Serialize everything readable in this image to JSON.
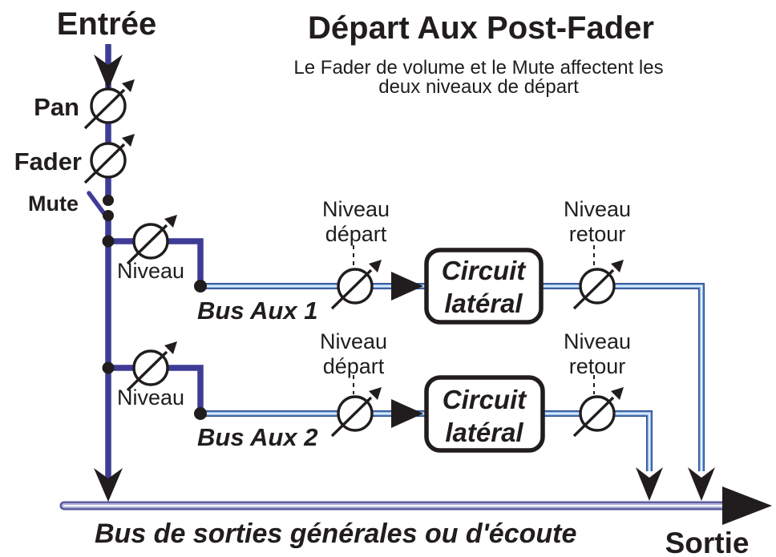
{
  "diagram": {
    "title": "Départ Aux Post-Fader",
    "subtitle": {
      "line1": "Le Fader de volume et le Mute affectent les",
      "line2": "deux niveaux de départ"
    },
    "labels": {
      "input": "Entrée",
      "pan": "Pan",
      "fader": "Fader",
      "mute": "Mute",
      "level": "Niveau",
      "send_level": {
        "line1": "Niveau",
        "line2": "départ"
      },
      "return_level": {
        "line1": "Niveau",
        "line2": "retour"
      },
      "bus_aux_1": "Bus Aux 1",
      "bus_aux_2": "Bus Aux 2",
      "side_chain": {
        "line1": "Circuit",
        "line2": "latéral"
      },
      "main_bus": "Bus de sorties générales ou d'écoute",
      "output": "Sortie"
    },
    "colors": {
      "signal_line": "#3F3C96",
      "aux_bus_outer": "#2E4E91",
      "aux_bus_inner": "#85B2E2",
      "aux_bus_core": "#FFFFFF",
      "main_bus_outer": "#54549B",
      "main_bus_inner": "#AFAFDA",
      "main_bus_core": "#FFFFFF",
      "ink": "#211D1E"
    }
  }
}
